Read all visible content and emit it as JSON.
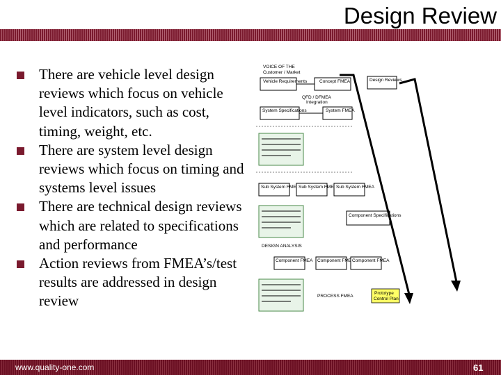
{
  "slide": {
    "title": "Design Review",
    "bullets": [
      "There are vehicle level design reviews which focus on vehicle level indicators, such as cost, timing, weight, etc.",
      "There are system level design reviews which focus on timing and systems level issues",
      "There are technical design reviews which are related to specifications and performance",
      "Action reviews from FMEA’s/test results are addressed in design review"
    ],
    "footer_url": "www.quality-one.com",
    "page_number": "61"
  },
  "diagram": {
    "top_note_1": "VOICE OF THE",
    "top_note_2": "Customer / Market",
    "vehicle_requirements": "Vehicle Requirements",
    "concept_fmea": "Concept FMEA",
    "design_reviews": "Design Reviews",
    "qfd_note_1": "QFD / DFMEA",
    "qfd_note_2": "Integration",
    "system_specifications": "System Specifications",
    "system_fmea": "System FMEA",
    "sub_system_fmea_1": "Sub System FMEA",
    "sub_system_fmea_2": "Sub System FMEA",
    "sub_system_fmea_3": "Sub System FMEA",
    "component_specifications": "Component Specifications",
    "design_note": "DESIGN ANALYSIS",
    "component_fmea_1": "Component FMEA",
    "component_fmea_2": "Component FMEA",
    "component_fmea_3": "Component FMEA",
    "process_note": "PROCESS FMEA",
    "prototype_label_1": "Prototype",
    "prototype_label_2": "Control Plan",
    "colors": {
      "accent": "#7a1a2e",
      "highlight": "#ffff66",
      "thumb_fill": "#e8f4e8"
    }
  }
}
